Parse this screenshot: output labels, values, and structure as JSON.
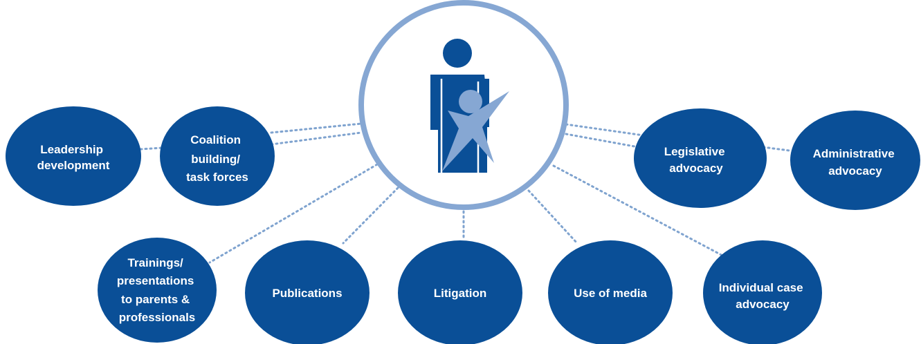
{
  "colors": {
    "node_fill": "#0a4f97",
    "ring": "#86a7d3",
    "connector": "#7fa3cf",
    "logo_dark": "#0a4f97",
    "logo_light": "#86a7d3",
    "text": "#ffffff"
  },
  "nodes": {
    "leadership": [
      "Leadership",
      "development"
    ],
    "coalition": [
      "Coalition",
      "building/",
      "task forces"
    ],
    "legislative": [
      "Legislative",
      "advocacy"
    ],
    "administrative": [
      "Administrative",
      "advocacy"
    ],
    "trainings": [
      "Trainings/",
      "presentations",
      "to parents &",
      "professionals"
    ],
    "publications": [
      "Publications"
    ],
    "litigation": [
      "Litigation"
    ],
    "media": [
      "Use of media"
    ],
    "individual": [
      "Individual case",
      "advocacy"
    ]
  },
  "center_icon": "parent-and-child-logo-icon"
}
